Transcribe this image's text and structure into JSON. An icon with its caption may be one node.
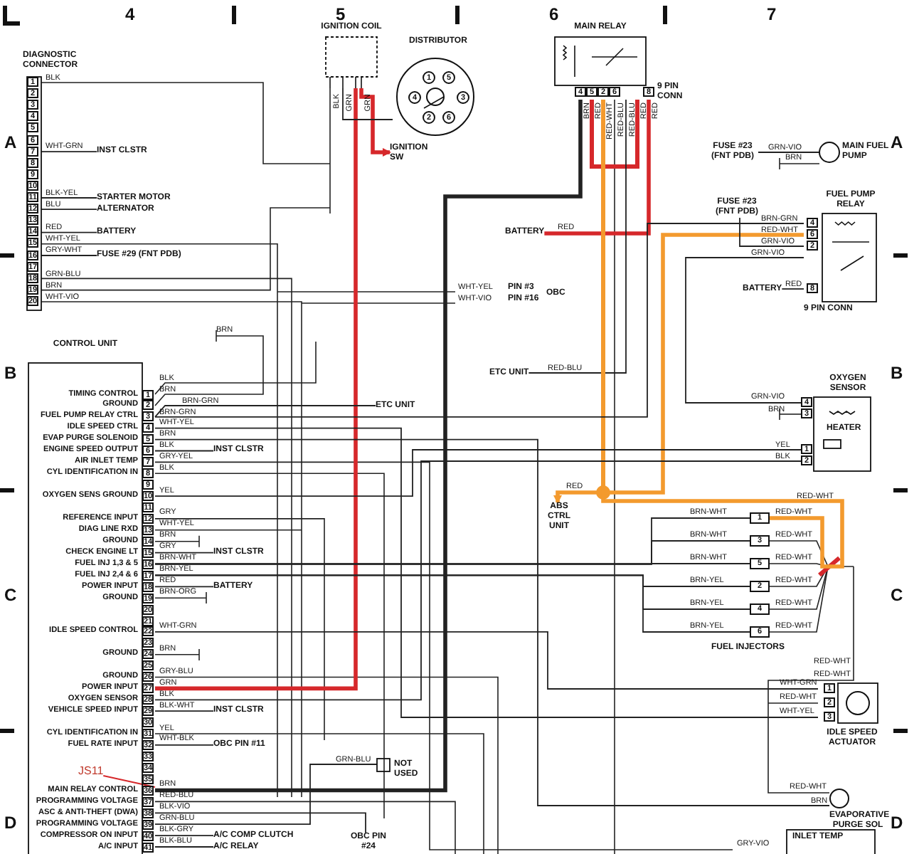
{
  "diagram": {
    "nodes": [
      {
        "text": [
          "DIAGNOSTIC CONNECTOR"
        ]
      },
      {
        "text": [
          "INST CLSTR"
        ]
      },
      {
        "text": [
          "STARTER MOTOR"
        ]
      },
      {
        "text": [
          "ALTERNATOR"
        ]
      },
      {
        "text": [
          "BATTERY"
        ]
      },
      {
        "text": [
          "FUSE #29 (FNT PDB)"
        ]
      },
      {
        "text": [
          "IGNITION COIL"
        ]
      },
      {
        "text": [
          "DISTRIBUTOR"
        ]
      },
      {
        "text": [
          "IGNITION SW"
        ]
      },
      {
        "text": [
          "CONTROL UNIT",
          "TIMING CONTROL",
          "GROUND",
          "FUEL PUMP RELAY CTRL",
          "IDLE SPEED CTRL",
          "EVAP PURGE SOLENOID",
          "ENGINE SPEED OUTPUT",
          "AIR INLET TEMP",
          "CYL IDENTIFICATION IN",
          "OXYGEN SENS GROUND",
          "REFERENCE INPUT",
          "DIAG LINE RXD",
          "GROUND",
          "CHECK ENGINE LT",
          "FUEL INJ 1,3 & 5",
          "FUEL INJ 2,4 & 6",
          "POWER INPUT",
          "GROUND",
          "IDLE SPEED CONTROL",
          "GROUND",
          "GROUND",
          "POWER INPUT",
          "OXYGEN SENSOR",
          "VEHICLE SPEED INPUT",
          "CYL IDENTIFICATION IN",
          "FUEL RATE INPUT",
          "MAIN RELAY CONTROL",
          "PROGRAMMING VOLTAGE",
          "ASC & ANTI-THEFT (DWA)",
          "PROGRAMMING VOLTAGE",
          "COMPRESSOR ON INPUT",
          "A/C INPUT"
        ]
      },
      {
        "text": [
          "ETC UNIT"
        ]
      },
      {
        "text": [
          "INST CLSTR"
        ]
      },
      {
        "text": [
          "INST CLSTR"
        ]
      },
      {
        "text": [
          "BATTERY"
        ]
      },
      {
        "text": [
          "INST CLSTR"
        ]
      },
      {
        "text": [
          "OBC PIN #11"
        ]
      },
      {
        "text": [
          "A/C COMP CLUTCH"
        ]
      },
      {
        "text": [
          "A/C RELAY"
        ]
      },
      {
        "text": [
          "MAIN RELAY"
        ],
        "beside": [
          "9 PIN CONN"
        ]
      },
      {
        "text": [
          "BATTERY"
        ]
      },
      {
        "text": [
          "ETC UNIT"
        ]
      },
      {
        "text": [
          "FUSE #23 (FNT PDB)"
        ]
      },
      {
        "text": [
          "MAIN FUEL PUMP"
        ]
      },
      {
        "text": [
          "FUSE #23 (FNT PDB)"
        ]
      },
      {
        "text": [
          "FUEL PUMP RELAY"
        ],
        "beside": [
          "9 PIN CONN"
        ]
      },
      {
        "text": [
          "BATTERY"
        ]
      },
      {
        "text": [
          "OXYGEN SENSOR"
        ]
      },
      {
        "text": [
          "ABS CTRL UNIT"
        ]
      },
      {
        "text": [
          "1"
        ]
      },
      {
        "text": [
          "3"
        ]
      },
      {
        "text": [
          "5"
        ]
      },
      {
        "text": [
          "2"
        ]
      },
      {
        "text": [
          "4"
        ]
      },
      {
        "text": [
          "6"
        ]
      },
      {
        "text": [
          "IDLE SPEED ACTUATOR"
        ]
      },
      {
        "text": [
          "EVAPORATIVE PURGE SOL"
        ]
      },
      {
        "text": [
          "INLET TEMP"
        ]
      },
      {
        "text": [],
        "shape": "box",
        "beside": [
          "NOT USED"
        ]
      },
      {
        "text": [
          "OBC PIN #24"
        ]
      },
      {
        "text": [
          "JS11"
        ],
        "in": 9
      }
    ],
    "edges": [
      {
        "from": 0,
        "to": 1,
        "arrow": "none",
        "label": "WHT-GRN"
      },
      {
        "from": 0,
        "to": 2,
        "arrow": "none",
        "label": "BLK-YEL"
      },
      {
        "from": 0,
        "to": 3,
        "arrow": "none",
        "label": "BLU"
      },
      {
        "from": 0,
        "to": 4,
        "arrow": "none",
        "label": "RED"
      },
      {
        "from": 0,
        "to": 5,
        "arrow": "none",
        "label": "GRY-WHT"
      },
      {
        "from": 6,
        "to": 8,
        "arrow": "to",
        "style": "thick",
        "color": "#d6282b"
      },
      {
        "from": 6,
        "to": 9,
        "arrow": "none",
        "style": "thick",
        "color": "#d6282b"
      },
      {
        "from": 6,
        "to": 7,
        "arrow": "none"
      },
      {
        "from": 9,
        "to": 10,
        "arrow": "none",
        "label": "BRN-GRN"
      },
      {
        "from": 9,
        "to": 11,
        "arrow": "none",
        "label": "BLK"
      },
      {
        "from": 9,
        "to": 12,
        "arrow": "none",
        "label": "GRY"
      },
      {
        "from": 9,
        "to": 13,
        "arrow": "none",
        "label": "RED"
      },
      {
        "from": 9,
        "to": 14,
        "arrow": "none",
        "label": "BLK-WHT"
      },
      {
        "from": 9,
        "to": 15,
        "arrow": "none",
        "label": "WHT-BLK"
      },
      {
        "from": 9,
        "to": 16,
        "arrow": "none",
        "label": "BLK-GRY"
      },
      {
        "from": 9,
        "to": 17,
        "arrow": "none",
        "label": "BLK-BLU"
      },
      {
        "from": 19,
        "to": 18,
        "arrow": "none",
        "label": "RED",
        "style": "thick",
        "color": "#d6282b"
      },
      {
        "from": 18,
        "to": 9,
        "arrow": "none",
        "label": "BRN",
        "style": "thick"
      },
      {
        "from": 18,
        "to": 20,
        "arrow": "none",
        "label": "RED-BLU"
      },
      {
        "from": 18,
        "to": 27,
        "arrow": "to",
        "label": "RED",
        "style": "thick",
        "color": "#f39a2e"
      },
      {
        "from": 18,
        "to": 24,
        "arrow": "none",
        "label": "RED-WHT",
        "style": "thick",
        "color": "#f39a2e"
      },
      {
        "from": 18,
        "to": 28,
        "arrow": "none",
        "label": "RED-WHT",
        "style": "thick",
        "color": "#f39a2e"
      },
      {
        "from": 9,
        "to": 28,
        "arrow": "none",
        "label": "BRN-WHT"
      },
      {
        "from": 9,
        "to": 29,
        "arrow": "none",
        "label": "BRN-WHT"
      },
      {
        "from": 9,
        "to": 30,
        "arrow": "none",
        "label": "BRN-WHT"
      },
      {
        "from": 9,
        "to": 31,
        "arrow": "none",
        "label": "BRN-YEL"
      },
      {
        "from": 9,
        "to": 32,
        "arrow": "none",
        "label": "BRN-YEL"
      },
      {
        "from": 9,
        "to": 33,
        "arrow": "none",
        "label": "BRN-YEL"
      },
      {
        "from": 9,
        "to": 34,
        "arrow": "none",
        "label": "WHT-GRN"
      },
      {
        "from": 9,
        "to": 34,
        "arrow": "none",
        "label": "WHT-YEL"
      },
      {
        "from": 9,
        "to": 35,
        "arrow": "none",
        "label": "BRN"
      },
      {
        "from": 9,
        "to": 26,
        "arrow": "none",
        "label": "YEL"
      },
      {
        "from": 9,
        "to": 26,
        "arrow": "none",
        "label": "BLK"
      },
      {
        "from": 24,
        "to": 26,
        "arrow": "none",
        "label": "GRN-VIO"
      },
      {
        "from": 9,
        "to": 24,
        "arrow": "none",
        "label": "BRN-GRN"
      },
      {
        "from": 23,
        "to": 24,
        "arrow": "none",
        "label": "GRN-VIO"
      },
      {
        "from": 25,
        "to": 24,
        "arrow": "none",
        "label": "RED"
      },
      {
        "from": 21,
        "to": 22,
        "arrow": "none",
        "label": "GRN-VIO"
      },
      {
        "from": 9,
        "to": 37,
        "arrow": "none",
        "label": "GRN-BLU"
      },
      {
        "from": 9,
        "to": 38,
        "arrow": "none",
        "label": "BLK-VIO"
      },
      {
        "from": 39,
        "to": 9,
        "arrow": "none",
        "color": "#d6282b"
      }
    ],
    "labels": [
      "4",
      "5",
      "6",
      "7",
      "A",
      "A",
      "B",
      "B",
      "C",
      "C",
      "D",
      "D",
      "1",
      "2",
      "3",
      "4",
      "5",
      "6",
      "7",
      "8",
      "9",
      "10",
      "11",
      "12",
      "13",
      "14",
      "15",
      "16",
      "17",
      "18",
      "19",
      "20",
      "BLK",
      "WHT-YEL",
      "GRN-BLU",
      "BRN",
      "WHT-VIO",
      "BLK",
      "GRN",
      "GRN",
      "1",
      "5",
      "4",
      "3",
      "2",
      "6",
      "BRN",
      "1",
      "2",
      "3",
      "4",
      "5",
      "6",
      "7",
      "8",
      "9",
      "10",
      "11",
      "12",
      "13",
      "14",
      "15",
      "16",
      "17",
      "18",
      "19",
      "20",
      "21",
      "22",
      "23",
      "24",
      "25",
      "26",
      "27",
      "28",
      "29",
      "30",
      "31",
      "32",
      "33",
      "34",
      "35",
      "36",
      "37",
      "38",
      "39",
      "40",
      "41",
      "BLK",
      "BRN",
      "BRN-GRN",
      "WHT-YEL",
      "BRN",
      "GRY-YEL",
      "BLK",
      "YEL",
      "GRY",
      "WHT-YEL",
      "BRN",
      "BRN-WHT",
      "BRN-YEL",
      "BRN-ORG",
      "WHT-GRN",
      "BRN",
      "GRY-BLU",
      "GRN",
      "BLK",
      "YEL",
      "RED-BLU",
      "GRN-BLU",
      "WHT-YEL",
      "WHT-VIO",
      "PIN #3",
      "PIN #16",
      "OBC",
      "4",
      "5",
      "2",
      "6",
      "8",
      "BRN",
      "RED",
      "RED-WHT",
      "RED-BLU",
      "RED-BLU",
      "RED",
      "RED",
      "4",
      "6",
      "2",
      "8",
      "BRN",
      "GRN-VIO",
      "4",
      "3",
      "1",
      "2",
      "BRN",
      "HEATER",
      "RED-WHT",
      "RED-WHT",
      "RED-WHT",
      "RED-WHT",
      "RED-WHT",
      "RED-WHT",
      "FUEL INJECTORS",
      "RED-WHT",
      "RED-WHT",
      "1",
      "2",
      "3",
      "RED-WHT",
      "RED-WHT",
      "GRY-VIO"
    ]
  }
}
